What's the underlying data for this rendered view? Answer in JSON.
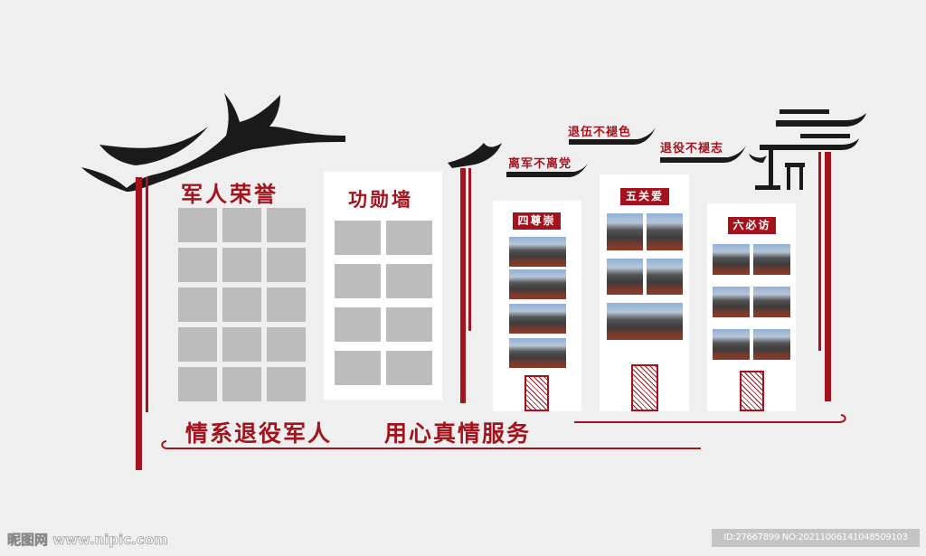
{
  "panels": {
    "honor": {
      "title": "军人荣誉"
    },
    "merit": {
      "title": "功勋墙"
    },
    "four": {
      "label": "四尊崇"
    },
    "five": {
      "label": "五关爱"
    },
    "six": {
      "label": "六必访"
    }
  },
  "mottos": [
    "离军不离党",
    "退伍不褪色",
    "退役不褪志"
  ],
  "slogan": {
    "left": "情系退役军人",
    "right": "用心真情服务"
  },
  "watermark": {
    "site": "昵图网 www.nipic.com",
    "id": "ID:27667899 NO:20211006141048509103"
  },
  "colors": {
    "accent": "#a3131d",
    "roof": "#1a1a1a"
  }
}
